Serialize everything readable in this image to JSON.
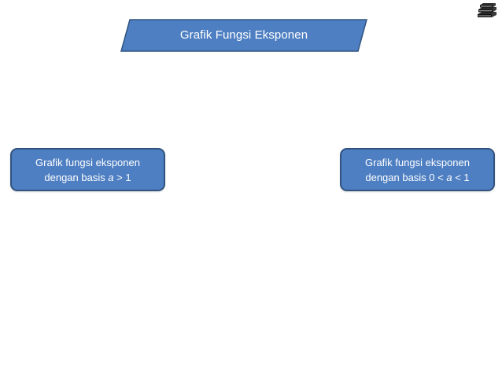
{
  "diagram": {
    "title": "Grafik Fungsi Eksponen",
    "colors": {
      "shape_fill": "#4e7fc2",
      "shape_border": "#30547f",
      "text": "#ffffff"
    },
    "nodes": [
      {
        "id": "left",
        "line1": "Grafik fungsi eksponen",
        "line2_prefix": "dengan basis ",
        "line2_var": "a",
        "line2_suffix": " > 1"
      },
      {
        "id": "right",
        "line1": "Grafik fungsi eksponen",
        "line2_prefix": "dengan basis 0 < ",
        "line2_var": "a",
        "line2_suffix": " < 1"
      }
    ],
    "logo_icon": "stacked-books-icon"
  }
}
